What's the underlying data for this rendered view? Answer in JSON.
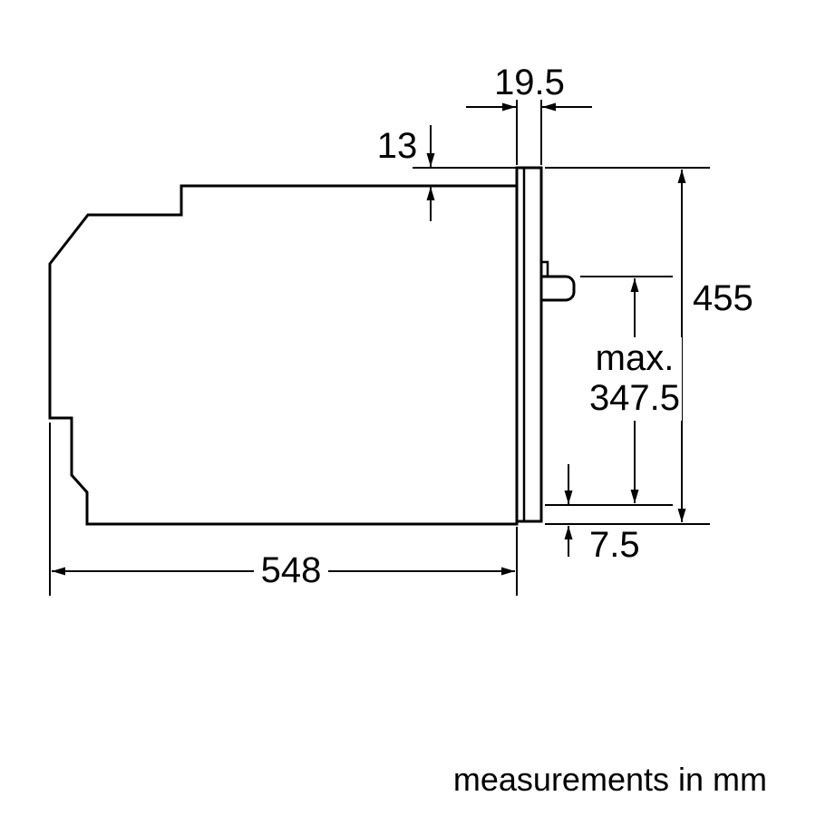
{
  "diagram": {
    "title": "oven-side-view-dimension-drawing",
    "unit": "mm",
    "footer": "measurements in mm",
    "colors": {
      "line": "#000000",
      "background": "#ffffff"
    },
    "dimensions": {
      "panel_thickness": {
        "label": "19.5"
      },
      "fascia_overhang": {
        "label": "13"
      },
      "height": {
        "label": "455"
      },
      "max_handle_height": {
        "label_line1": "max.",
        "label_line2": "347.5"
      },
      "bottom_clearance": {
        "label": "7.5"
      },
      "depth": {
        "label": "548"
      }
    }
  }
}
